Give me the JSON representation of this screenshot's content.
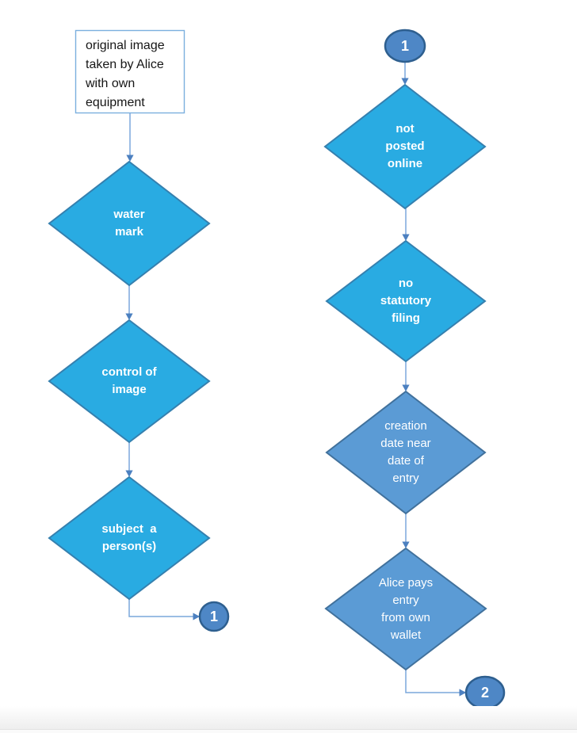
{
  "diagram": {
    "colors": {
      "decision_fill": "#29ABE2",
      "decision_border": "#3580AF",
      "process_fill": "#5B9BD5",
      "process_border": "#41719C",
      "terminator_fill": "#4E87C6",
      "terminator_border": "#2E5F8F",
      "connector_line": "#7AA7DC",
      "arrowhead": "#4C80C0",
      "box_fill": "#FFFFFF",
      "box_border": "#7BAFDE",
      "text_dark": "#161616",
      "text_light": "#FFFFFF"
    },
    "nodes": {
      "start": {
        "label": "original image\ntaken by Alice\nwith own\nequipment"
      },
      "watermark": {
        "label": "water\nmark"
      },
      "control": {
        "label": "control of\nimage"
      },
      "subject": {
        "label": "subject  a\nperson(s)"
      },
      "offpage_1_left": {
        "label": "1"
      },
      "offpage_1_right": {
        "label": "1"
      },
      "not_posted": {
        "label": "not\nposted\nonline"
      },
      "statutory": {
        "label": "no\nstatutory\nfiling"
      },
      "creation": {
        "label": "creation\ndate near\ndate of\nentry"
      },
      "alice_pays": {
        "label": "Alice pays\nentry\nfrom own\nwallet"
      },
      "offpage_2": {
        "label": "2"
      }
    }
  }
}
